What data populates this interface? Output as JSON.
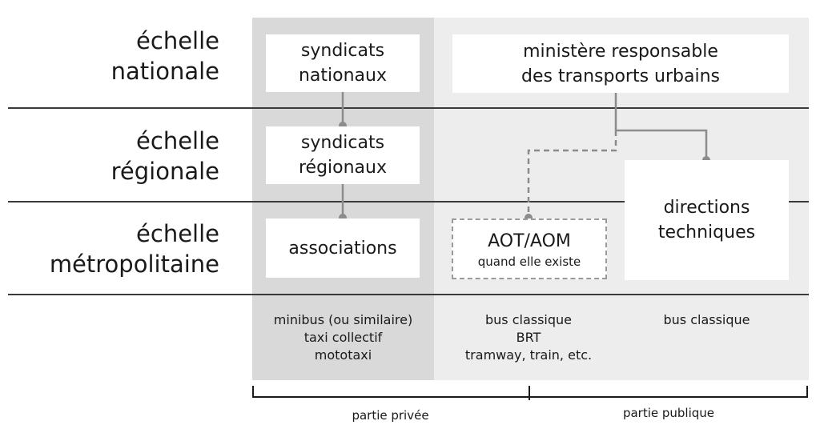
{
  "rows": [
    {
      "line1": "échelle",
      "line2": "nationale"
    },
    {
      "line1": "échelle",
      "line2": "régionale"
    },
    {
      "line1": "échelle",
      "line2": "métropolitaine"
    }
  ],
  "boxes": {
    "syndicats_nationaux": {
      "line1": "syndicats",
      "line2": "nationaux"
    },
    "syndicats_regionaux": {
      "line1": "syndicats",
      "line2": "régionaux"
    },
    "associations": {
      "line1": "associations"
    },
    "ministere": {
      "line1": "ministère responsable",
      "line2": "des transports urbains"
    },
    "aot": {
      "line1": "AOT/AOM",
      "line2": "quand elle existe"
    },
    "directions": {
      "line1": "directions",
      "line2": "techniques"
    }
  },
  "modes": {
    "private": [
      "minibus (ou similaire)",
      "taxi collectif",
      "mototaxi"
    ],
    "public_aot": [
      "bus classique",
      "BRT",
      "tramway, train, etc."
    ],
    "public_directions": [
      "bus classique"
    ]
  },
  "braces": {
    "private": "partie privée",
    "public": "partie publique"
  },
  "colors": {
    "private_panel": "#d9d9d9",
    "public_panel": "#ededed",
    "connector": "#8c8c8c",
    "divider": "#3a3a3a"
  }
}
